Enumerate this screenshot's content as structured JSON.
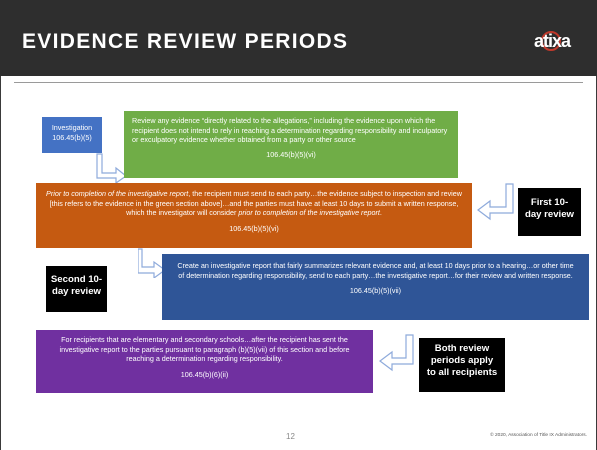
{
  "header": {
    "title": "EVIDENCE REVIEW PERIODS",
    "logo_text": "atixa"
  },
  "boxes": {
    "investigation": {
      "line1": "Investigation",
      "line2": "106.45(b)(5)"
    },
    "green": {
      "text": "Review any evidence “directly related to the allegations,” including the evidence upon which the recipient does not intend to rely in reaching a determination regarding responsibility and inculpatory or exculpatory evidence whether obtained from a party or other source",
      "cite": "106.45(b)(5)(vi)"
    },
    "orange": {
      "italic1": "Prior to completion of the investigative report",
      "text1": ", the recipient must send to each party…the evidence subject to inspection and review [this refers to the evidence in the green section above]…and the parties must have at least 10 days to submit a written response, which the investigator will consider ",
      "italic2": "prior to completion of the investigative report",
      "text2": ".",
      "cite": "106.45(b)(5)(vi)"
    },
    "blue": {
      "text": "Create an investigative report that fairly summarizes relevant evidence and, at least 10 days prior to a hearing…or other time of determination regarding responsibility, send to each party…the investigative report…for their review and written response.",
      "cite": "106.45(b)(5)(vii)"
    },
    "purple": {
      "text": "For recipients that are elementary and secondary schools…after the recipient has sent the investigative report to the parties pursuant to paragraph (b)(5)(vii) of this section and before reaching a determination regarding responsibility.",
      "cite": "106.45(b)(6)(ii)"
    }
  },
  "labels": {
    "first_line1": "First 10-",
    "first_line2": "day review",
    "second_line1": "Second 10-",
    "second_line2": "day review",
    "both_line1": "Both review",
    "both_line2": "periods apply",
    "both_line3": "to all recipients"
  },
  "footer": {
    "page_number": "12",
    "copyright": "© 2020, Association of Title IX Administrators."
  },
  "colors": {
    "header_bg": "#2e2e2e",
    "investigation": "#4472c4",
    "green": "#70ad47",
    "orange": "#c55a11",
    "blue": "#2f5597",
    "purple": "#7030a0",
    "logo_accent": "#c0392b"
  },
  "icons": [
    "turn-down-right-arrow-icon",
    "turn-left-arrow-icon",
    "atixa-logo"
  ]
}
